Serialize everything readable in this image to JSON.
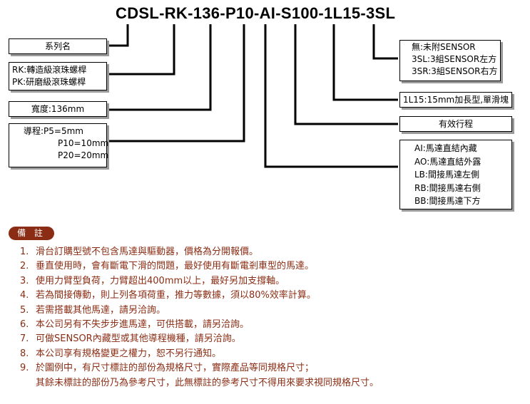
{
  "model_code": "CDSL-RK-136-P10-AI-S100-1L15-3SL",
  "left_boxes": {
    "series_name": "系列名",
    "screw_type": [
      "RK:轉造級滾珠螺桿",
      "PK:研磨級滾珠螺桿"
    ],
    "width": "寬度:136mm",
    "lead": [
      "導程:P5=5mm",
      "P10=10mm",
      "P20=20mm"
    ]
  },
  "right_boxes": {
    "sensor": [
      "無:未附SENSOR",
      "3SL:3組SENSOR左方",
      "3SR:3組SENSOR右方"
    ],
    "slider": "1L15:15mm加長型,單滑塊",
    "stroke": "有效行程",
    "motor": [
      "AI:馬達直結內藏",
      "AO:馬達直結外露",
      "LB:間接馬達左側",
      "RB:間接馬達右側",
      "BB:間接馬達下方"
    ]
  },
  "notes_title": "備 註",
  "notes": [
    {
      "num": "1.",
      "text": "滑台訂購型號不包含馬達與驅動器，價格為分開報價。"
    },
    {
      "num": "2.",
      "text": "垂直使用時，會有斷電下滑的問題，最好使用有斷電剎車型的馬達。"
    },
    {
      "num": "3.",
      "text": "使用力臂型負荷，力臂超出400mm以上，最好另加支撐軸。"
    },
    {
      "num": "4.",
      "text": "若為間接傳動，則上列各項荷重，推力等數據，須以80%效率計算。"
    },
    {
      "num": "5.",
      "text": "若需搭載其他馬達，請另洽詢。"
    },
    {
      "num": "6.",
      "text": "本公司另有不失步步進馬達，可供搭載，請另洽詢。"
    },
    {
      "num": "7.",
      "text": "可做SENSOR內藏型或其他導程機種，請另洽詢。"
    },
    {
      "num": "8.",
      "text": "本公司享有規格變更之權力，恕不另行通知。"
    },
    {
      "num": "9.",
      "text": "於圖例中，有尺寸標註的部份為規格尺寸，實際產品等同規格尺寸；"
    },
    {
      "num": "",
      "text": "其餘未標註的部份乃為參考尺寸，此無標註的參考尺寸不得用來要求視同規格尺寸。"
    }
  ],
  "colors": {
    "accent": "#8b2d14",
    "shadow": "#9a9a9a"
  }
}
